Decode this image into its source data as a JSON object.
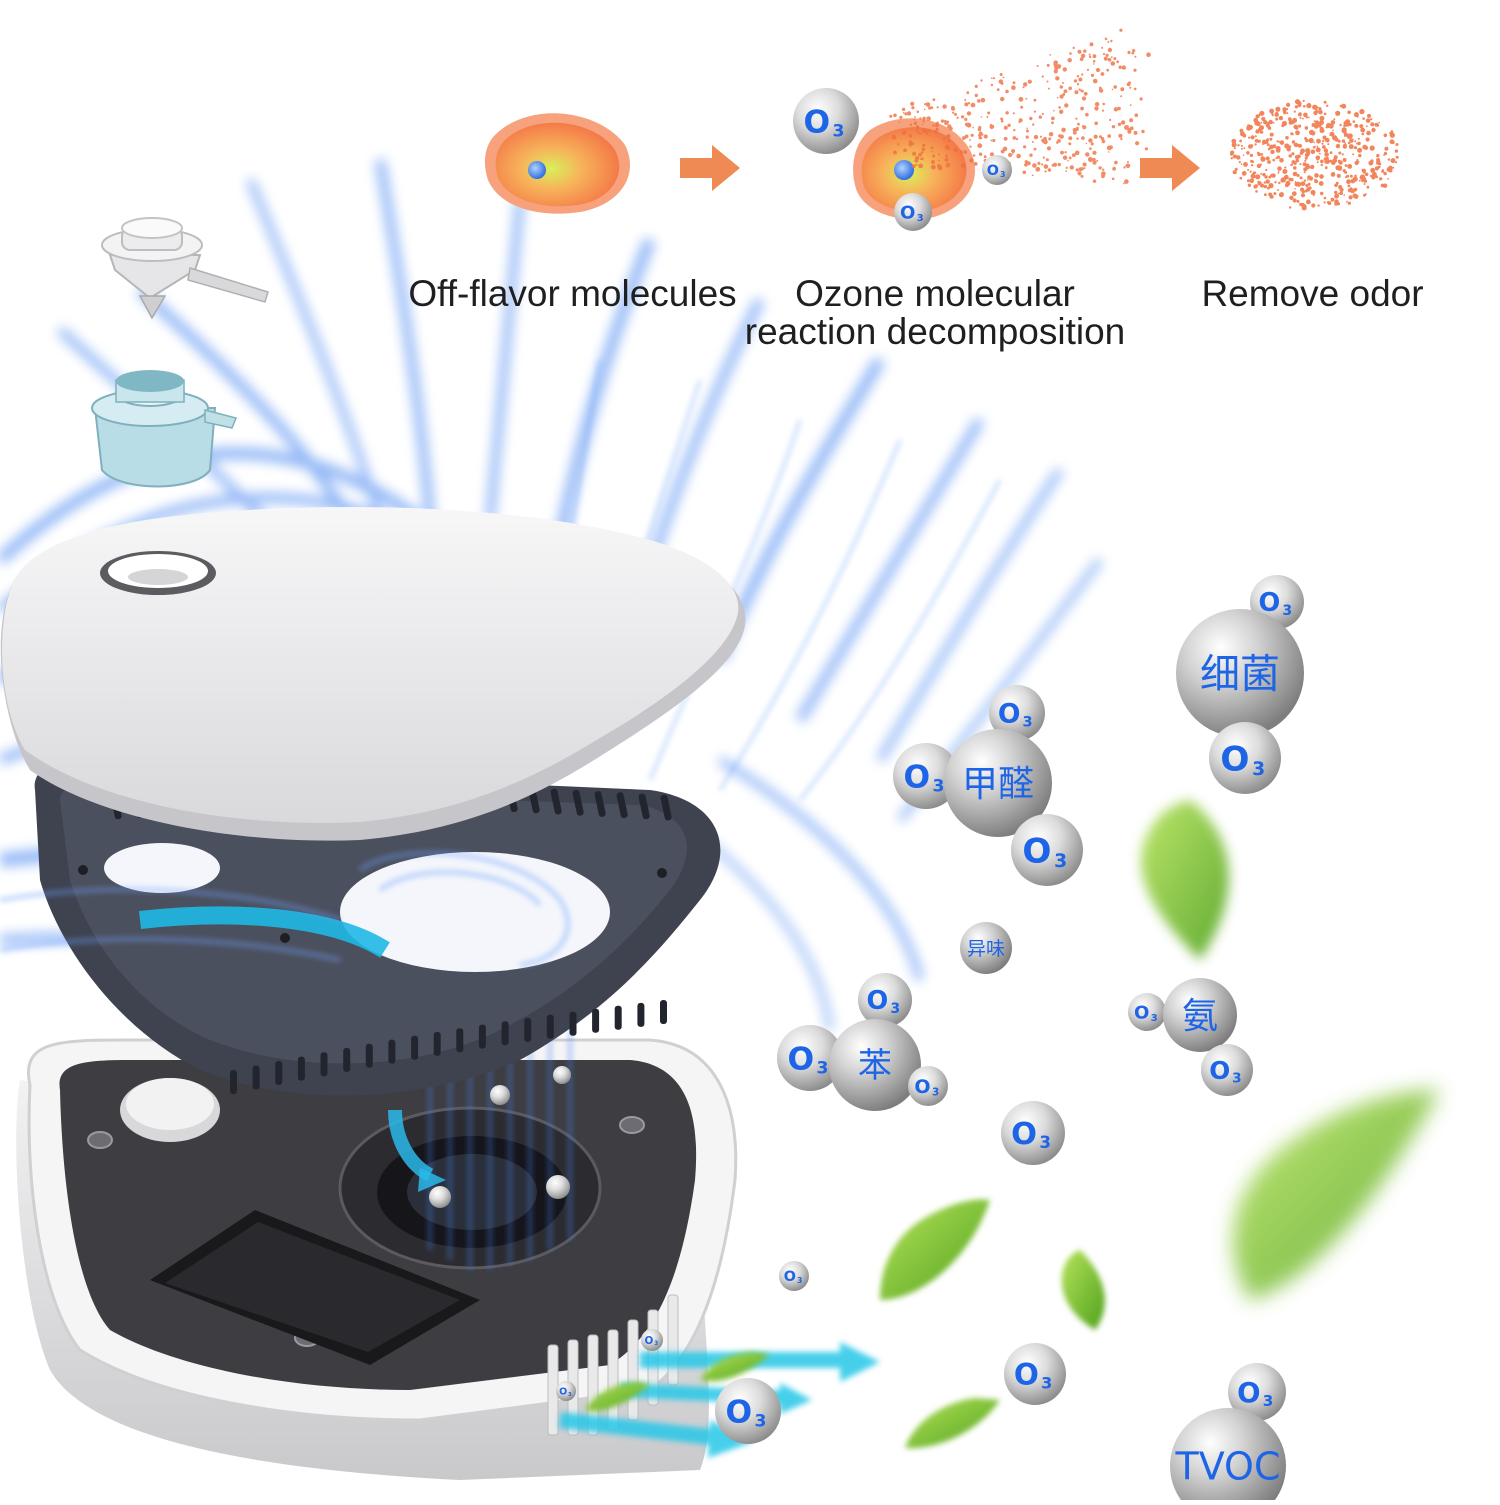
{
  "process": {
    "step1": {
      "label": "Off-flavor molecules"
    },
    "step2": {
      "label_line1": "Ozone molecular",
      "label_line2": "reaction decomposition"
    },
    "step3": {
      "label": "Remove odor"
    }
  },
  "molecule_labels": {
    "ozone": "O",
    "ozone_subscript": "3",
    "bacteria": "细菌",
    "formaldehyde": "甲醛",
    "peculiar_smell": "异味",
    "ammonia": "氨",
    "benzene": "苯",
    "tvoc": "TVOC"
  },
  "colors": {
    "molecule_text": "#1e64e6",
    "odor_particles": "#f07040",
    "arrow": "#f08a55",
    "airflow": "#3a7ef0",
    "outflow_arrow": "#25c7e8",
    "leaf": "#7ac832"
  }
}
